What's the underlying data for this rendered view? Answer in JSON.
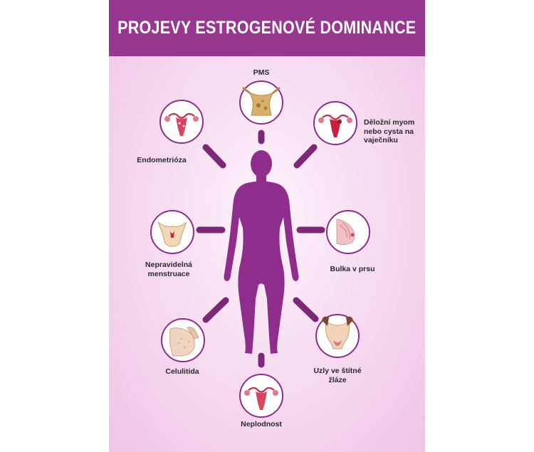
{
  "title": "PROJEVY ESTROGENOVÉ DOMINANCE",
  "colors": {
    "banner": "#98378f",
    "figure": "#8e2d8b",
    "connector": "#7d2779"
  },
  "conditions": [
    {
      "id": "pms",
      "label": "PMS",
      "icon": "abdomen-icon"
    },
    {
      "id": "myom",
      "label_lines": [
        "Děložní myom",
        "nebo cysta na",
        "vaječníku"
      ],
      "icon": "uterus-icon"
    },
    {
      "id": "endometrioza",
      "label": "Endometrióza",
      "icon": "uterus-icon"
    },
    {
      "id": "bulka",
      "label": "Bulka v prsu",
      "icon": "breast-icon"
    },
    {
      "id": "menstruace",
      "label_lines": [
        "Nepravidelná",
        "menstruace"
      ],
      "icon": "pelvis-icon"
    },
    {
      "id": "stitna",
      "label_lines": [
        "Uzly ve štítné",
        "žláze"
      ],
      "icon": "neck-icon"
    },
    {
      "id": "celulitida",
      "label": "Celulitida",
      "icon": "thigh-icon"
    },
    {
      "id": "neplodnost",
      "label": "Neplodnost",
      "icon": "uterus-icon"
    }
  ]
}
